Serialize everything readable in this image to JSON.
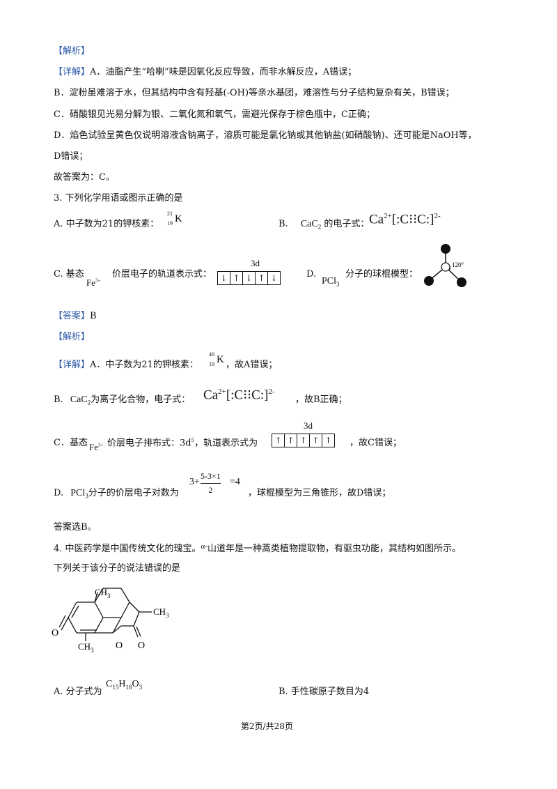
{
  "headings": {
    "jiexi": "【解析】",
    "xiangjie": "【详解】",
    "daan": "【答案】"
  },
  "q2": {
    "a_line": "A．油脂产生“哈喇”味是因氧化反应导致，而非水解反应，A错误；",
    "b_line": "B．淀粉虽难溶于水，但其结构中含有羟基(-OH)等亲水基团，难溶性与分子结构复杂有关，B错误；",
    "c_line": "C．硝酸银见光易分解为银、二氧化氮和氧气，需避光保存于棕色瓶中，C正确；",
    "d_line1": "D．焰色试验呈黄色仅说明溶液含钠离子，溶质可能是氯化钠或其他钠盐(如硝酸钠)、还可能是NaOH等，",
    "d_line2": "D错误；",
    "conclusion": "故答案为：C。"
  },
  "q3": {
    "stem": "3. 下列化学用语或图示正确的是",
    "opt_a": "A. 中子数为21的钾核素：",
    "opt_a_mass": "21",
    "opt_a_z": "19",
    "opt_a_sym": "K",
    "opt_b_label": "B.",
    "opt_b_formula": "CaC",
    "opt_b_sub": "2",
    "opt_b_text": "的电子式：",
    "ca_ion": "Ca",
    "ca_charge": "2+",
    "c2_ion": "[:C⁝⁝C:]",
    "c2_charge": "2-",
    "opt_c_label": "C. 基态",
    "opt_c_fe": "Fe",
    "opt_c_fe_charge": "3+",
    "opt_c_text": "价层电子的轨道表示式：",
    "orbital_label": "3d",
    "orbital_c": [
      "↓",
      "↑",
      "↓",
      "↑",
      "↓"
    ],
    "opt_d_label": "D.",
    "opt_d_formula": "PCl",
    "opt_d_sub": "3",
    "opt_d_text": "分子的球棍模型：",
    "angle": "120°",
    "answer": "B",
    "exp_a_pre": "A．中子数为21的钾核素：",
    "exp_a_mass": "40",
    "exp_a_z": "19",
    "exp_a_sym": "K",
    "exp_a_post": "，故A错误；",
    "exp_b_label": "B.",
    "exp_b_formula": "CaC",
    "exp_b_sub": "2",
    "exp_b_text": "为离子化合物，电子式：",
    "exp_b_post": "，故B正确；",
    "exp_c_pre": "C．基态",
    "exp_c_fe": "Fe",
    "exp_c_fe_charge": "3+",
    "exp_c_mid": "价层电子排布式：3d",
    "exp_c_pow": "5",
    "exp_c_mid2": "，轨道表示式为",
    "orbital_exp": [
      "↑",
      "↑",
      "↑",
      "↑",
      "↑"
    ],
    "exp_c_post": "，故C错误；",
    "exp_d_label": "D.",
    "exp_d_formula": "PCl",
    "exp_d_sub": "3",
    "exp_d_text": "分子的价层电子对数为",
    "exp_d_three": "3+",
    "frac_num": "5-3×1",
    "frac_den": "2",
    "exp_d_eq": "=4",
    "exp_d_post": "，球棍模型为三角锥形，故D错误；",
    "conclusion": "答案选B。"
  },
  "q4": {
    "stem1_pre": "4. 中医药学是中国传统文化的瑰宝。",
    "alpha": "α-",
    "stem1_post": "山道年是一种蒿类植物提取物，有驱虫功能，其结构如图所示。",
    "stem2": "下列关于该分子的说法错误的是",
    "ch3_top": "CH",
    "ch3_top_sub": "3",
    "ch3_right": "CH",
    "ch3_right_sub": "3",
    "ch3_bottom": "CH",
    "ch3_bottom_sub": "3",
    "o_left": "O",
    "o_ring": "O",
    "o_bottom": "O",
    "opt_a_pre": "A. 分子式为",
    "opt_a_formula": "C15H18O3",
    "opt_b": "B. 手性碳原子数目为4"
  },
  "footer": {
    "page": "第2页/共28页"
  }
}
